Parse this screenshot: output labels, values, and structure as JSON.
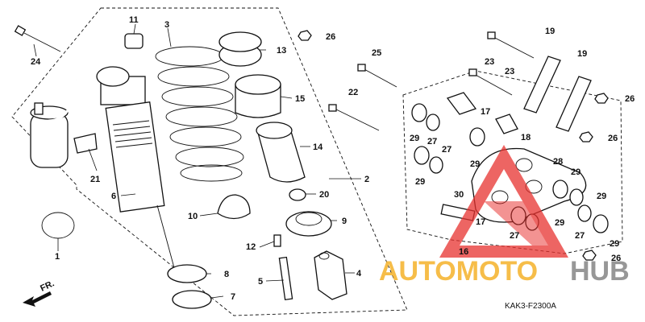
{
  "diagram": {
    "code": "KAK3-F2300A",
    "fr_label": "FR.",
    "watermark": {
      "brand_part1": "AUTOMOTO",
      "brand_part2": "HUB",
      "color_red": "#e8322f",
      "color_yellow": "#f5b22a",
      "color_gray": "#8c8c8c"
    },
    "callouts": [
      "1",
      "2",
      "3",
      "4",
      "5",
      "6",
      "7",
      "8",
      "9",
      "10",
      "11",
      "12",
      "13",
      "14",
      "15",
      "16",
      "17",
      "17",
      "18",
      "19",
      "19",
      "20",
      "21",
      "22",
      "23",
      "23",
      "24",
      "25",
      "26",
      "26",
      "26",
      "26",
      "27",
      "27",
      "27",
      "27",
      "28",
      "29",
      "29",
      "29",
      "29",
      "29",
      "29",
      "29",
      "30"
    ]
  }
}
